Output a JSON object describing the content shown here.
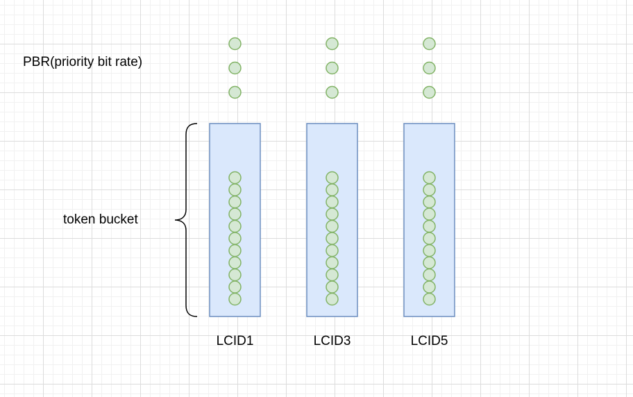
{
  "labels": {
    "pbr": "PBR(priority bit rate)",
    "token_bucket": "token bucket"
  },
  "buckets": [
    {
      "name": "LCID1",
      "incoming_tokens": 3,
      "stored_tokens": 11
    },
    {
      "name": "LCID3",
      "incoming_tokens": 3,
      "stored_tokens": 11
    },
    {
      "name": "LCID5",
      "incoming_tokens": 3,
      "stored_tokens": 11
    }
  ],
  "colors": {
    "bucket_fill": "#dae8fc",
    "bucket_stroke": "#6c8ebf",
    "token_fill": "#d5e8d4",
    "token_stroke": "#82b366",
    "brace_stroke": "#000000"
  }
}
